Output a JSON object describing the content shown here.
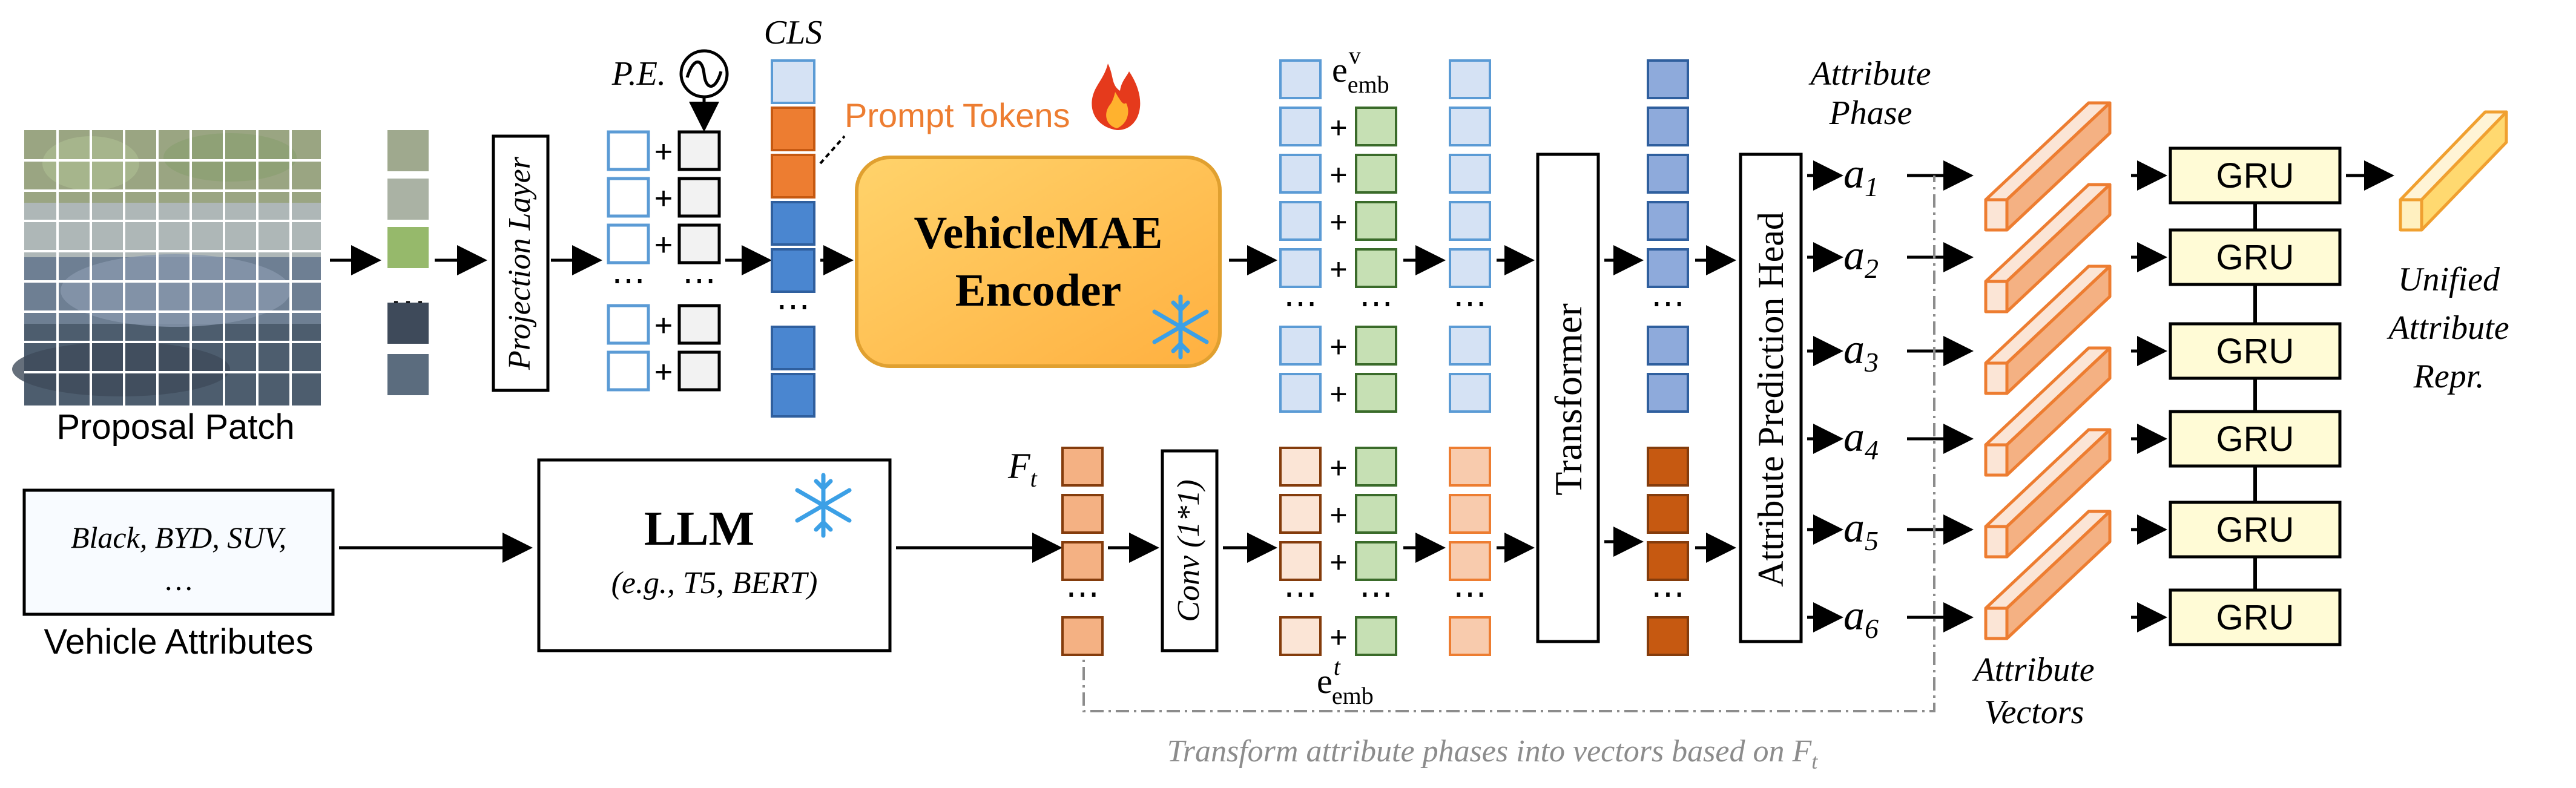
{
  "labels": {
    "proposal_patch": "Proposal Patch",
    "vehicle_attributes_text_1": "Black, BYD, SUV,",
    "vehicle_attributes_text_2": "…",
    "vehicle_attributes": "Vehicle Attributes",
    "projection_layer": "Projection Layer",
    "pe": "P.E.",
    "cls": "CLS",
    "prompt_tokens": "Prompt Tokens",
    "encoder_line1": "VehicleMAE",
    "encoder_line2": "Encoder",
    "llm": "LLM",
    "llm_sub": "(e.g., T5, BERT)",
    "ft_main": "F",
    "ft_sub": "t",
    "conv": "Conv (1*1)",
    "e_main": "e",
    "e_v_sup": "v",
    "e_t_sup": "t",
    "e_sub": "emb",
    "transformer": "Transformer",
    "attr_head": "Attribute Prediction Head",
    "attr_phase_1": "Attribute",
    "attr_phase_2": "Phase",
    "a1": "a",
    "a1_sub": "1",
    "a2": "a",
    "a2_sub": "2",
    "a3": "a",
    "a3_sub": "3",
    "a4": "a",
    "a4_sub": "4",
    "a5": "a",
    "a5_sub": "5",
    "a6": "a",
    "a6_sub": "6",
    "gru": "GRU",
    "unified_1": "Unified",
    "unified_2": "Attribute",
    "unified_3": "Repr.",
    "attr_vectors_1": "Attribute",
    "attr_vectors_2": "Vectors",
    "bottom_caption": "Transform attribute phases into vectors based on F",
    "bottom_caption_sub": "t",
    "plus": "+",
    "dots": "⋯"
  },
  "icons": {
    "fire": "fire-icon",
    "snowflake": "snowflake-icon",
    "pe_symbol": "sinusoid-icon"
  },
  "colors": {
    "blue_light": "#d5e2f4",
    "blue_light_stroke": "#5b9bd5",
    "blue_dark": "#4a86d0",
    "blue_mid": "#8eaadb",
    "green": "#c6e0b4",
    "green_stroke": "#3a6b2a",
    "orange_dark": "#c65911",
    "orange_mid": "#f4b183",
    "orange_light": "#fbe5d6",
    "orange_accent": "#ed7d31",
    "encoder_fill": "#ffe29a",
    "encoder_stroke": "#e0a030",
    "gru_fill": "#fffbd6",
    "snow": "#3ca0e6",
    "prompt_text": "#ed7d31",
    "caption_gray": "#8c8c8c"
  }
}
